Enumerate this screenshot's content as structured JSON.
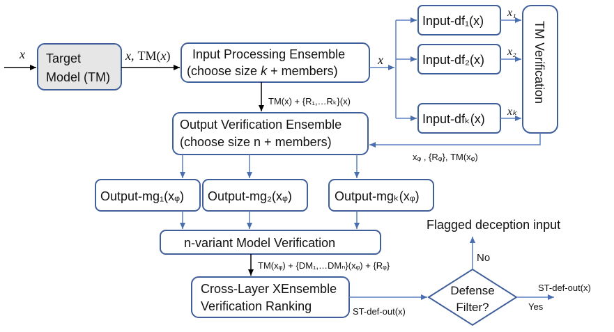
{
  "input_x": "x",
  "target_model": {
    "line1": "Target",
    "line2": "Model (TM)"
  },
  "tm_output_label": {
    "x": "x,",
    "tm": "TM(",
    "tmx": "x",
    "close": ")"
  },
  "input_processing": {
    "line1": "Input Processing Ensemble",
    "line2_a": "(choose size ",
    "line2_k": "k",
    "line2_b": " + members)"
  },
  "ip_output_x": "x",
  "tm_plus_r": "TM(x) + {R₁,…Rₖ}(x)",
  "input_dfs": [
    "Input-df₁(x)",
    "Input-df₂(x)",
    "Input-dfₖ(x)"
  ],
  "df_outputs": [
    "x₁",
    "x₂",
    "xₖ"
  ],
  "tm_verification": "TM Verification",
  "feedback_label": "xᵩ , {Rᵩ}, TM(xᵩ)",
  "output_verification": {
    "line1": "Output Verification Ensemble",
    "line2": "(choose size n + members)"
  },
  "output_mgs": [
    "Output-mg₁(xᵩ)",
    "Output-mg₂(xᵩ)",
    "Output-mgₖ(xᵩ)"
  ],
  "n_variant": "n-variant Model Verification",
  "dm_label": "TM(xᵩ) + {DM₁,…DMₙ}(xᵩ) + {Rᵩ}",
  "cross_layer": {
    "line1": "Cross-Layer XEnsemble",
    "line2": "Verification Ranking"
  },
  "st_def_out_left": "ST-def-out(x)",
  "defense_filter": {
    "line1": "Defense",
    "line2": "Filter?"
  },
  "no_label": "No",
  "yes_label": "Yes",
  "flagged": "Flagged deception input",
  "st_def_out_right": "ST-def-out(x)"
}
